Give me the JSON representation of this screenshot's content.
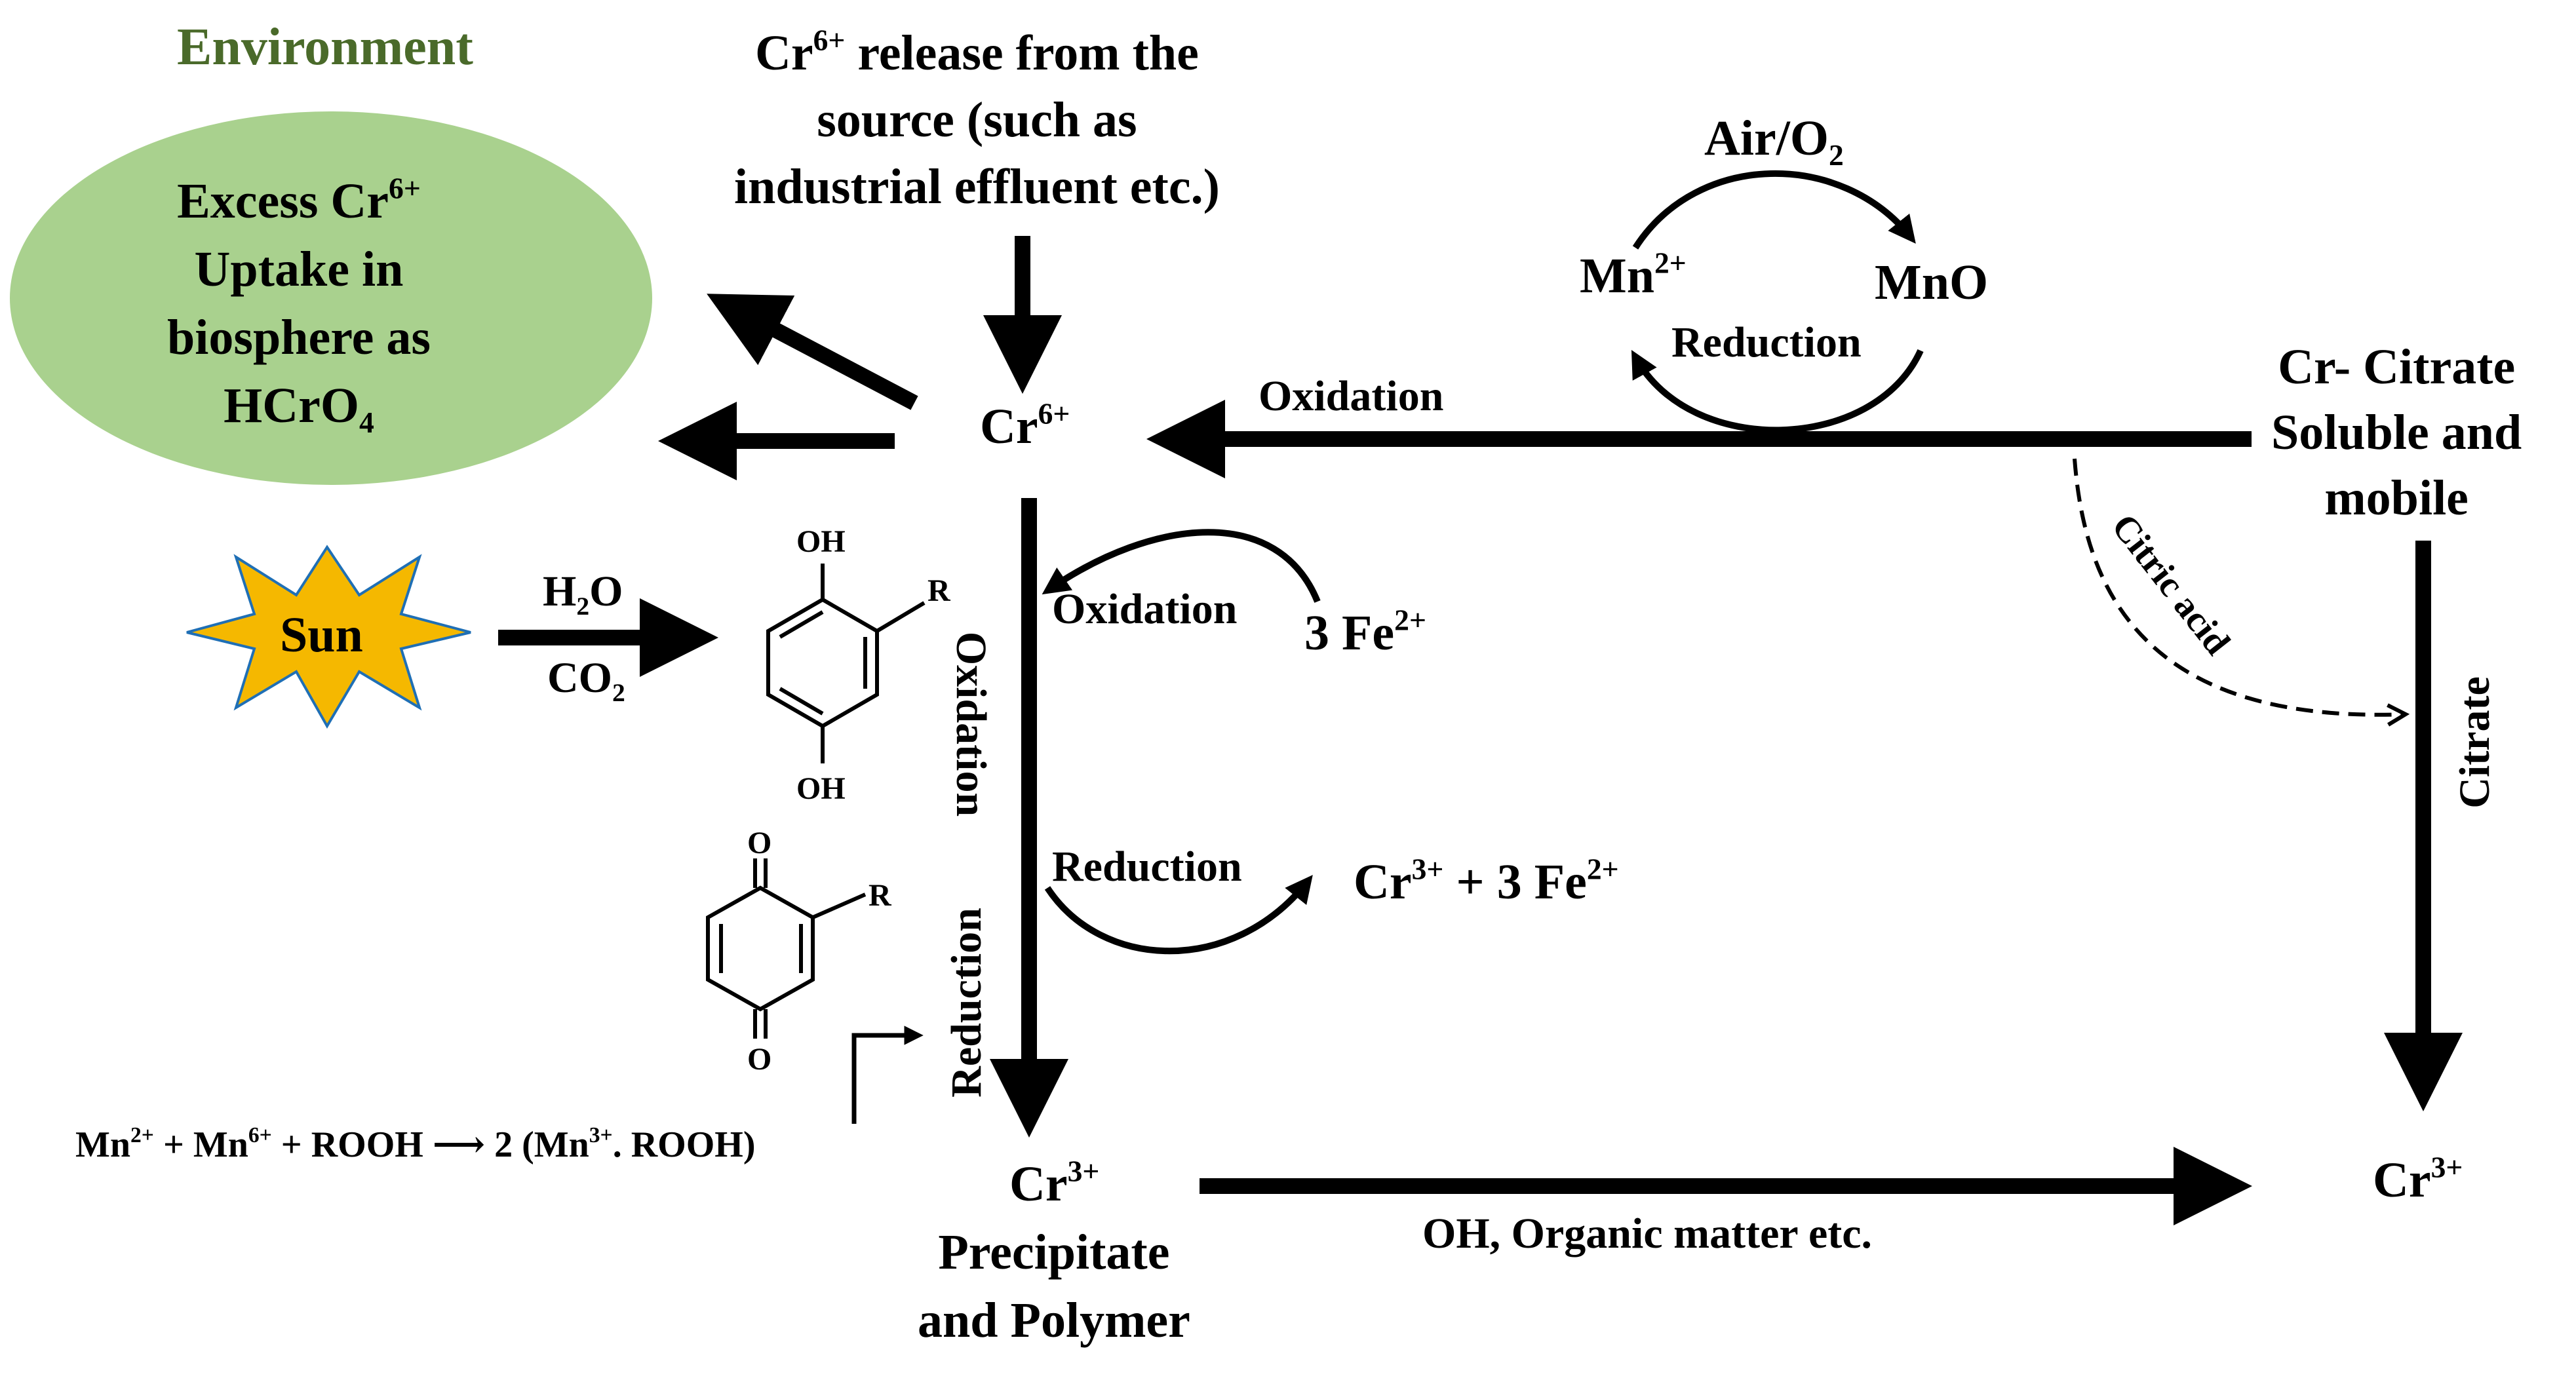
{
  "environment_label": "Environment",
  "source": {
    "line1_a": "Cr",
    "line1_sup": "6+",
    "line1_b": " release from the",
    "line2": "source (such as",
    "line3": "industrial effluent etc.)"
  },
  "uptake": {
    "line1_a": "Excess Cr",
    "line1_sup": "6+",
    "line2": "Uptake in",
    "line3": "biosphere as",
    "line4_a": "HCrO",
    "line4_sub": "4"
  },
  "cr6_center": {
    "base": "Cr",
    "sup": "6+"
  },
  "mn_cycle": {
    "air_a": "Air/O",
    "air_sub": "2",
    "mn2_base": "Mn",
    "mn2_sup": "2+",
    "mno": "MnO",
    "reduction": "Reduction"
  },
  "oxidation_arrow_label": "Oxidation",
  "cr_citrate": {
    "line1": "Cr- Citrate",
    "line2": "Soluble and",
    "line3": "mobile"
  },
  "citric_acid_label": "Citric acid",
  "citrate_label": "Citrate",
  "sun": {
    "label": "Sun",
    "fill": "#f5b800",
    "stroke": "#1f6fb5"
  },
  "photo": {
    "h2o_a": "H",
    "h2o_sub": "2",
    "h2o_b": "O",
    "co2_a": "CO",
    "co2_sub": "2"
  },
  "hydroquinone": {
    "top": "OH",
    "bottom": "OH",
    "r": "R"
  },
  "quinone": {
    "top": "O",
    "bottom": "O",
    "r": "R"
  },
  "fe_cycle": {
    "oxidation": "Oxidation",
    "fe_a": "3 Fe",
    "fe_sup": "2+",
    "reduction": "Reduction",
    "product_a": "Cr",
    "product_sup1": "3+",
    "product_b": " + 3 Fe",
    "product_sup2": "2+"
  },
  "vertical_labels": {
    "oxidation": "Oxidation",
    "reduction": "Reduction"
  },
  "mn_equation": {
    "a": "Mn",
    "a_sup": "2+",
    "b": " + Mn",
    "b_sup": "6+",
    "c": " + ROOH ",
    "arrow": "⟶",
    "d": " 2 (Mn",
    "d_sup": "3+",
    "e": ". ROOH)"
  },
  "cr3_left": {
    "base": "Cr",
    "sup": "3+",
    "line2": "Precipitate",
    "line3": "and Polymer"
  },
  "bottom_arrow_label": "OH, Organic matter etc.",
  "cr3_right": {
    "base": "Cr",
    "sup": "3+"
  },
  "colors": {
    "ellipse_fill": "#a9d18e",
    "environment_text": "#4a6a2a",
    "line": "#000000"
  }
}
